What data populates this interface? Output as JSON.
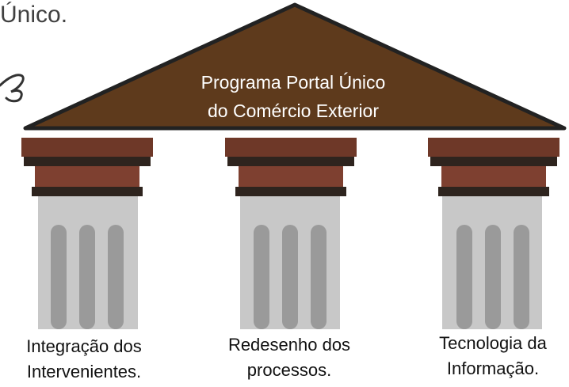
{
  "top_text": "Único.",
  "roof": {
    "line1": "Programa Portal Único",
    "line2": "do Comércio Exterior"
  },
  "pillars": [
    {
      "line1": "Integração dos",
      "line2": "Intervenientes."
    },
    {
      "line1": "Redesenho dos",
      "line2": "processos."
    },
    {
      "line1": "Tecnologia da",
      "line2": "Informação."
    }
  ],
  "colors": {
    "roof": "#5e3a1c",
    "capital_dark": "#6e3828",
    "capital_mid": "#7e4030",
    "band": "#2e241e",
    "shaft": "#c8c8c8",
    "flute": "#9a9a9a",
    "outline": "#222222"
  }
}
